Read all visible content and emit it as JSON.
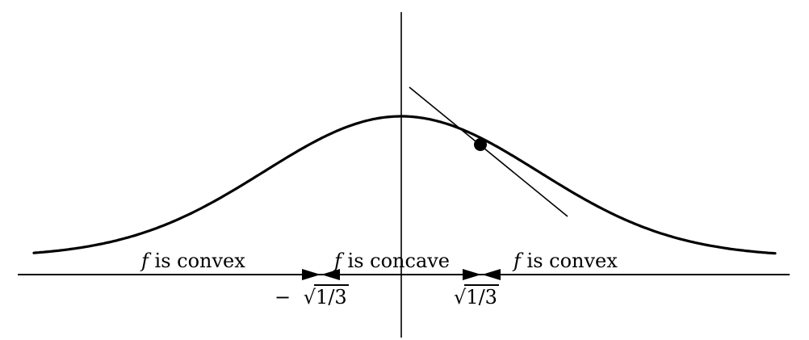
{
  "labels": {
    "left_region_var": "f",
    "left_region_text": "is  convex",
    "middle_region_var": "f",
    "middle_region_text": "is concave",
    "right_region_var": "f",
    "right_region_text": "is convex",
    "neg_root_sign": "−",
    "neg_root_symbol": "√",
    "neg_root_radicand": "1/3",
    "pos_root_symbol": "√",
    "pos_root_radicand": "1/3"
  },
  "colors": {
    "ink": "#000000",
    "background": "#ffffff"
  }
}
